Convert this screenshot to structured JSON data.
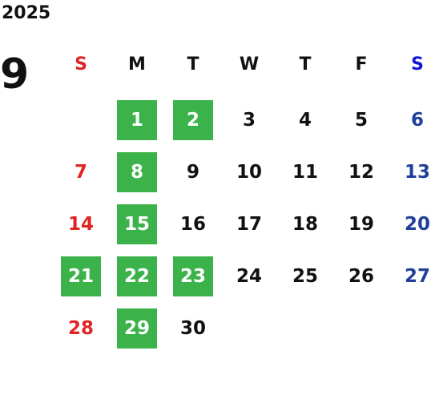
{
  "calendar": {
    "year": "2025",
    "month": "9",
    "weekdays": [
      "S",
      "M",
      "T",
      "W",
      "T",
      "F",
      "S"
    ],
    "colors": {
      "highlight": "#3cb34a",
      "sunday": "#e02424",
      "saturday_header": "#1515d8",
      "saturday": "#1f3f99",
      "weekday_text": "#111111"
    },
    "weeks": [
      [
        null,
        {
          "d": "1",
          "hl": true
        },
        {
          "d": "2",
          "hl": true
        },
        {
          "d": "3"
        },
        {
          "d": "4"
        },
        {
          "d": "5"
        },
        {
          "d": "6"
        }
      ],
      [
        {
          "d": "7"
        },
        {
          "d": "8",
          "hl": true
        },
        {
          "d": "9"
        },
        {
          "d": "10"
        },
        {
          "d": "11"
        },
        {
          "d": "12"
        },
        {
          "d": "13"
        }
      ],
      [
        {
          "d": "14"
        },
        {
          "d": "15",
          "hl": true
        },
        {
          "d": "16"
        },
        {
          "d": "17"
        },
        {
          "d": "18"
        },
        {
          "d": "19"
        },
        {
          "d": "20"
        }
      ],
      [
        {
          "d": "21",
          "hl": true
        },
        {
          "d": "22",
          "hl": true
        },
        {
          "d": "23",
          "hl": true
        },
        {
          "d": "24"
        },
        {
          "d": "25"
        },
        {
          "d": "26"
        },
        {
          "d": "27"
        }
      ],
      [
        {
          "d": "28"
        },
        {
          "d": "29",
          "hl": true
        },
        {
          "d": "30"
        },
        null,
        null,
        null,
        null
      ]
    ]
  }
}
